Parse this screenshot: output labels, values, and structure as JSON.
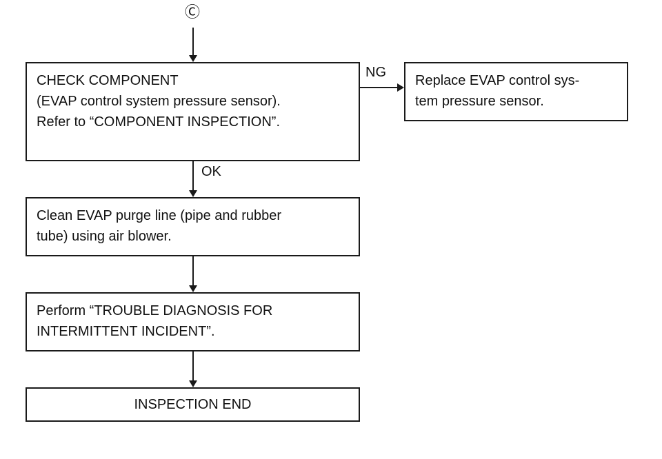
{
  "connector": {
    "symbol": "Ⓒ"
  },
  "boxes": {
    "check_component": "CHECK COMPONENT\n(EVAP control system pressure sensor).\nRefer to “COMPONENT INSPECTION”.",
    "replace_sensor": "Replace EVAP control sys-\ntem pressure sensor.",
    "clean_purge_line": "Clean EVAP purge line (pipe and rubber\ntube) using air blower.",
    "perform_diagnosis": "Perform “TROUBLE DIAGNOSIS FOR\nINTERMITTENT INCIDENT”.",
    "inspection_end": "INSPECTION END"
  },
  "edge_labels": {
    "ng": "NG",
    "ok": "OK"
  }
}
